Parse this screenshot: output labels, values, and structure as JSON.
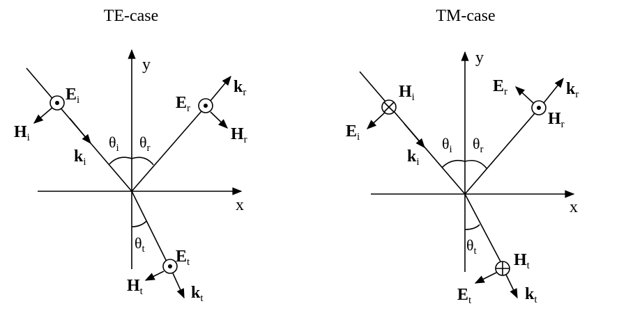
{
  "te": {
    "title": "TE-case",
    "axis_x": "x",
    "axis_y": "y",
    "Ei": {
      "main": "E",
      "sub": "i"
    },
    "Hi": {
      "main": "H",
      "sub": "i"
    },
    "ki": {
      "main": "k",
      "sub": "i"
    },
    "Er": {
      "main": "E",
      "sub": "r"
    },
    "Hr": {
      "main": "H",
      "sub": "r"
    },
    "kr": {
      "main": "k",
      "sub": "r"
    },
    "Et": {
      "main": "E",
      "sub": "t"
    },
    "Ht": {
      "main": "H",
      "sub": "t"
    },
    "kt": {
      "main": "k",
      "sub": "t"
    },
    "thi": {
      "main": "θ",
      "sub": "i"
    },
    "thr": {
      "main": "θ",
      "sub": "r"
    },
    "tht": {
      "main": "θ",
      "sub": "t"
    }
  },
  "tm": {
    "title": "TM-case",
    "axis_x": "x",
    "axis_y": "y",
    "Hi": {
      "main": "H",
      "sub": "i"
    },
    "Ei": {
      "main": "E",
      "sub": "i"
    },
    "ki": {
      "main": "k",
      "sub": "i"
    },
    "Er": {
      "main": "E",
      "sub": "r"
    },
    "Hr": {
      "main": "H",
      "sub": "r"
    },
    "kr": {
      "main": "k",
      "sub": "r"
    },
    "Ht": {
      "main": "H",
      "sub": "t"
    },
    "Et": {
      "main": "E",
      "sub": "t"
    },
    "kt": {
      "main": "k",
      "sub": "t"
    },
    "thi": {
      "main": "θ",
      "sub": "i"
    },
    "thr": {
      "main": "θ",
      "sub": "r"
    },
    "tht": {
      "main": "θ",
      "sub": "t"
    }
  }
}
